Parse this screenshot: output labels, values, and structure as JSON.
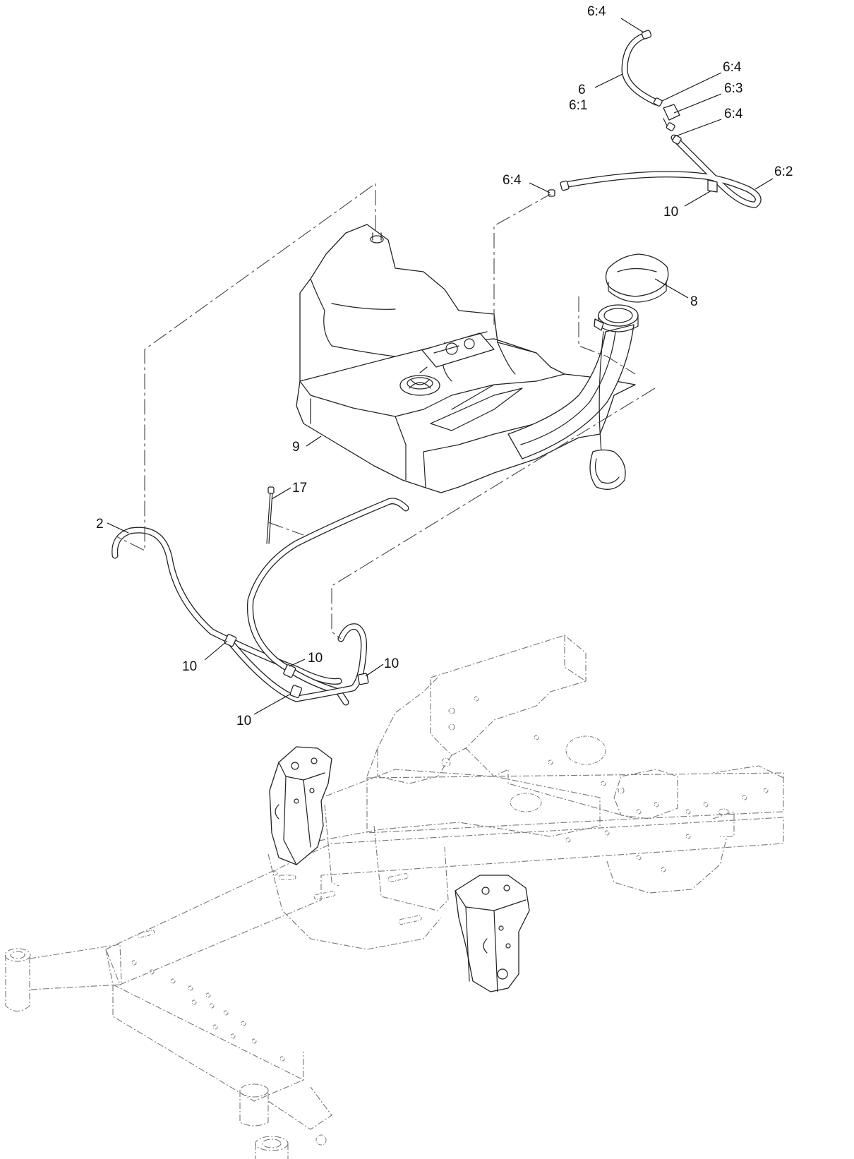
{
  "callouts": [
    {
      "id": "c-6-4-top",
      "text": "6:4"
    },
    {
      "id": "c-6",
      "text": "6"
    },
    {
      "id": "c-6-1",
      "text": "6:1"
    },
    {
      "id": "c-6-4-a",
      "text": "6:4"
    },
    {
      "id": "c-6-3",
      "text": "6:3"
    },
    {
      "id": "c-6-4-b",
      "text": "6:4"
    },
    {
      "id": "c-6-4-left",
      "text": "6:4"
    },
    {
      "id": "c-6-2",
      "text": "6:2"
    },
    {
      "id": "c-10-top",
      "text": "10"
    },
    {
      "id": "c-8",
      "text": "8"
    },
    {
      "id": "c-9",
      "text": "9"
    },
    {
      "id": "c-17",
      "text": "17"
    },
    {
      "id": "c-2",
      "text": "2"
    },
    {
      "id": "c-10-a",
      "text": "10"
    },
    {
      "id": "c-10-b",
      "text": "10"
    },
    {
      "id": "c-10-c",
      "text": "10"
    },
    {
      "id": "c-10-d",
      "text": "10"
    }
  ]
}
